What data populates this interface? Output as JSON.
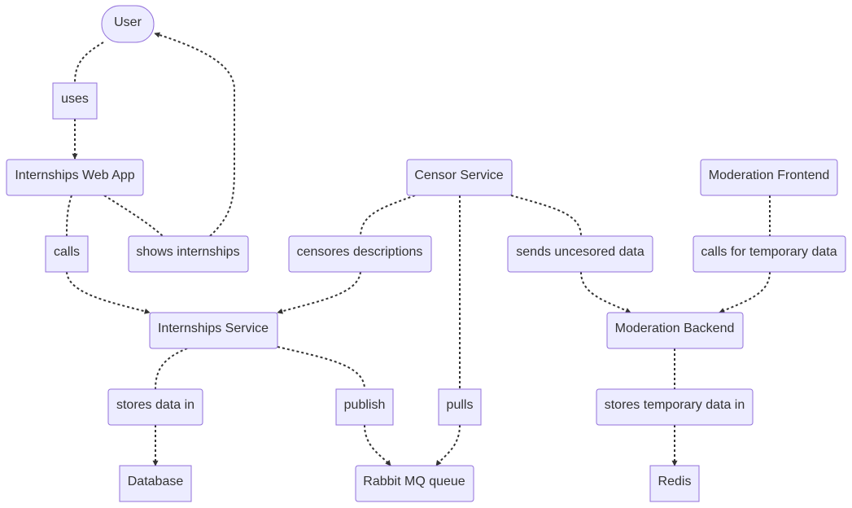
{
  "nodes": {
    "user": "User",
    "uses": "uses",
    "internships_web_app": "Internships Web App",
    "calls": "calls",
    "shows_internships": "shows internships",
    "censor_service": "Censor Service",
    "censores_descriptions": "censores descriptions",
    "sends_uncesored_data": "sends uncesored data",
    "moderation_frontend": "Moderation Frontend",
    "calls_for_temporary_data": "calls for temporary data",
    "internships_service": "Internships Service",
    "moderation_backend": "Moderation Backend",
    "stores_data_in": "stores data in",
    "publish": "publish",
    "pulls": "pulls",
    "stores_temporary_data_in": "stores temporary data in",
    "database": "Database",
    "rabbit_mq_queue": "Rabbit MQ queue",
    "redis": "Redis"
  },
  "edges": [
    {
      "from": "User",
      "to": "uses",
      "arrow": false
    },
    {
      "from": "uses",
      "to": "Internships Web App",
      "arrow": true
    },
    {
      "from": "Internships Web App",
      "to": "calls",
      "arrow": false
    },
    {
      "from": "calls",
      "to": "Internships Service",
      "arrow": true
    },
    {
      "from": "Internships Web App",
      "to": "shows internships",
      "arrow": false
    },
    {
      "from": "shows internships",
      "to": "User",
      "arrow": true
    },
    {
      "from": "Censor Service",
      "to": "censores descriptions",
      "arrow": false
    },
    {
      "from": "censores descriptions",
      "to": "Internships Service",
      "arrow": true
    },
    {
      "from": "Censor Service",
      "to": "sends uncesored data",
      "arrow": false
    },
    {
      "from": "sends uncesored data",
      "to": "Moderation Backend",
      "arrow": true
    },
    {
      "from": "Censor Service",
      "to": "pulls",
      "arrow": false
    },
    {
      "from": "pulls",
      "to": "Rabbit MQ queue",
      "arrow": true
    },
    {
      "from": "Moderation Frontend",
      "to": "calls for temporary data",
      "arrow": false
    },
    {
      "from": "calls for temporary data",
      "to": "Moderation Backend",
      "arrow": true
    },
    {
      "from": "Internships Service",
      "to": "stores data in",
      "arrow": false
    },
    {
      "from": "stores data in",
      "to": "Database",
      "arrow": true
    },
    {
      "from": "Internships Service",
      "to": "publish",
      "arrow": false
    },
    {
      "from": "publish",
      "to": "Rabbit MQ queue",
      "arrow": true
    },
    {
      "from": "Moderation Backend",
      "to": "stores temporary data in",
      "arrow": false
    },
    {
      "from": "stores temporary data in",
      "to": "Redis",
      "arrow": true
    }
  ],
  "colors": {
    "node_fill": "#ECECFF",
    "node_stroke": "#9370DB",
    "edge": "#333333",
    "text": "#333333"
  }
}
